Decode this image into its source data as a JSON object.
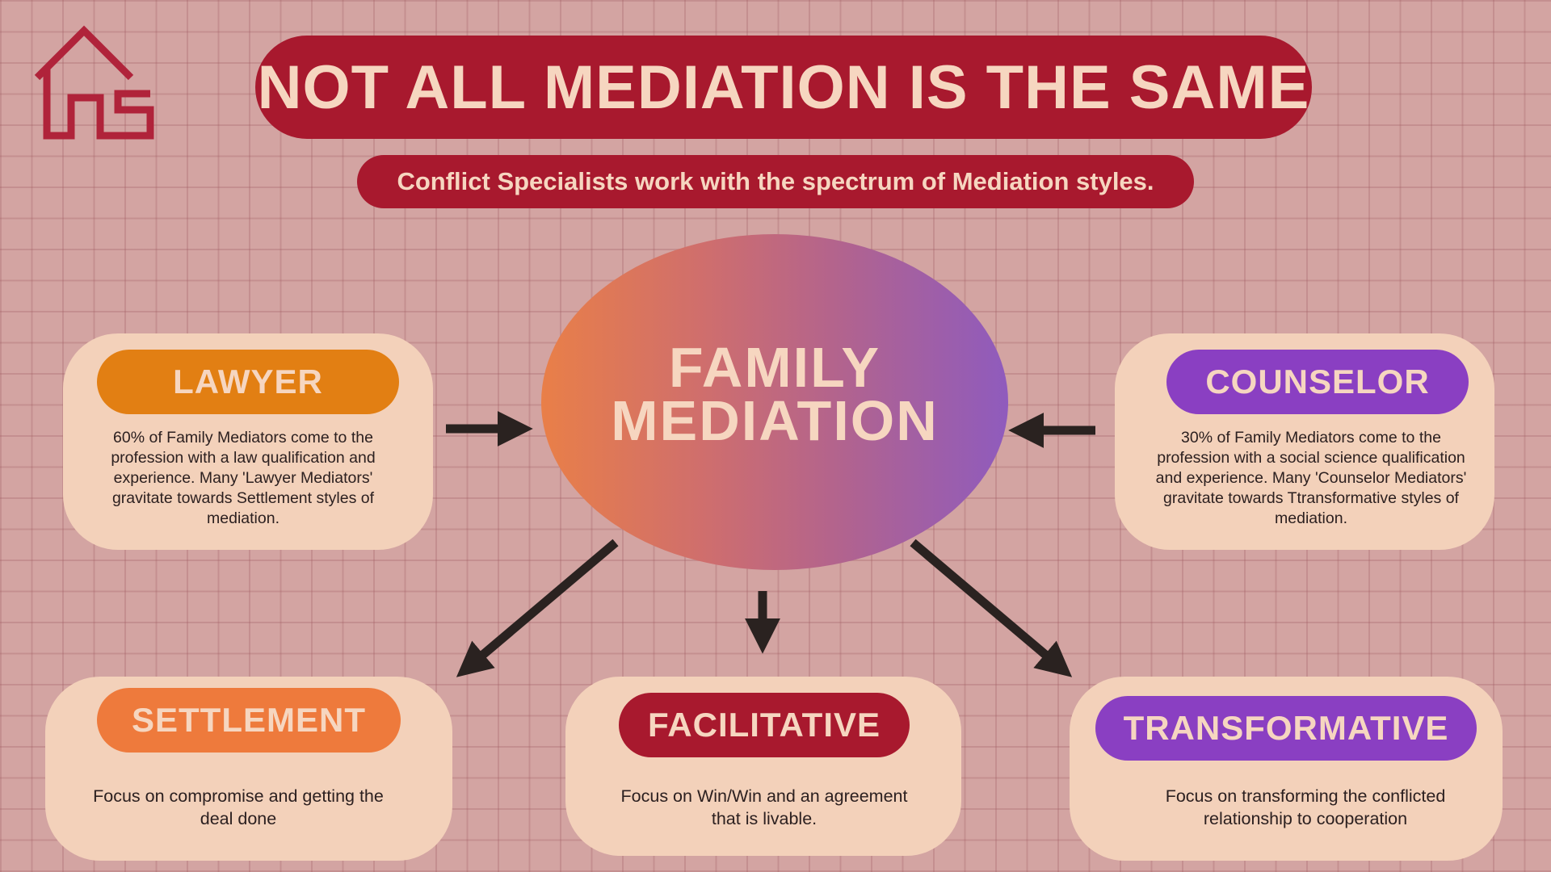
{
  "title": "NOT ALL MEDIATION IS THE SAME",
  "subtitle": "Conflict Specialists work with the spectrum of Mediation styles.",
  "center": {
    "line1": "FAMILY",
    "line2": "MEDIATION"
  },
  "lawyer": {
    "label": "LAWYER",
    "description": "60% of Family Mediators come to the profession with a law qualification and experience. Many 'Lawyer Mediators' gravitate towards Settlement styles of mediation.",
    "color": "#e27f13"
  },
  "counselor": {
    "label": "COUNSELOR",
    "description": "30% of Family Mediators come to the profession with a social science qualification and experience. Many 'Counselor Mediators' gravitate towards Ttransformative styles of mediation.",
    "color": "#8a3fc2"
  },
  "settlement": {
    "label": "SETTLEMENT",
    "description": "Focus on compromise and getting the deal done",
    "color": "#ee7a3c"
  },
  "facilitative": {
    "label": "FACILITATIVE",
    "description": "Focus on Win/Win and an agreement that is livable.",
    "color": "#a8192e"
  },
  "transformative": {
    "label": "TRANSFORMATIVE",
    "description": "Focus on transforming the conflicted relationship to cooperation",
    "color": "#8a3fc2"
  },
  "colors": {
    "title_bg": "#a8192e",
    "text_light": "#f6d6c0",
    "card_bg": "#f3d1ba",
    "background": "#d3a4a2",
    "arrow": "#2a2220"
  }
}
